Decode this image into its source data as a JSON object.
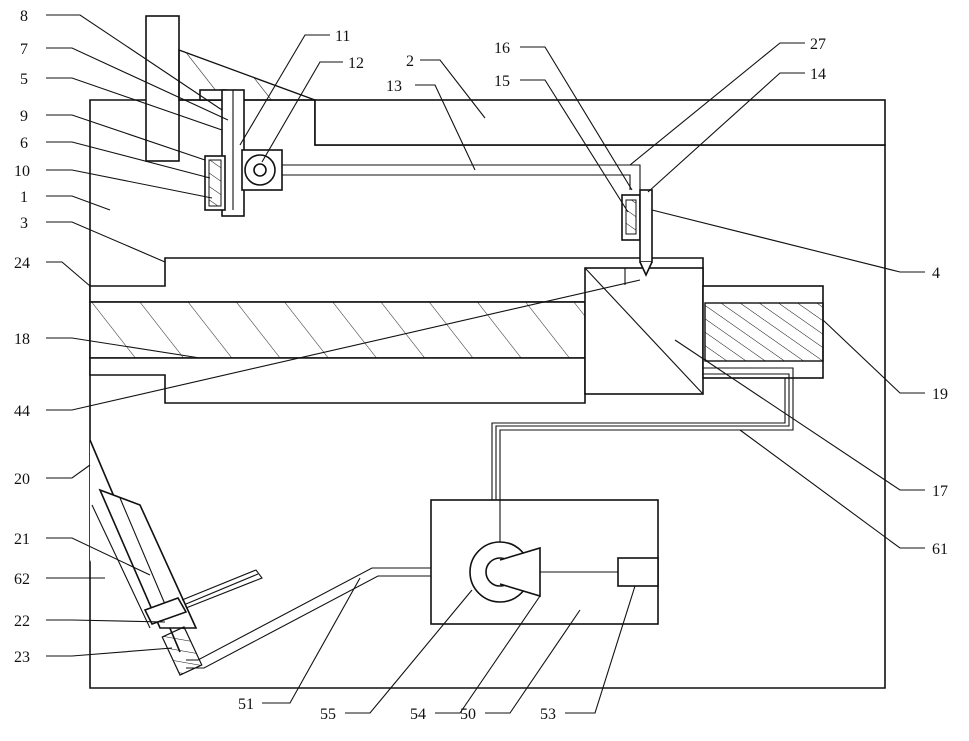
{
  "figure": {
    "labels": {
      "l8": "8",
      "l7": "7",
      "l5": "5",
      "l9": "9",
      "l6": "6",
      "l10": "10",
      "l1": "1",
      "l3": "3",
      "l24": "24",
      "l18": "18",
      "l44": "44",
      "l20": "20",
      "l21": "21",
      "l62": "62",
      "l22": "22",
      "l23": "23",
      "l11": "11",
      "l12": "12",
      "l2": "2",
      "l13": "13",
      "l16": "16",
      "l15": "15",
      "l27": "27",
      "l14": "14",
      "l4": "4",
      "l19": "19",
      "l17": "17",
      "l61": "61",
      "l51": "51",
      "l55": "55",
      "l54": "54",
      "l50": "50",
      "l53": "53"
    }
  }
}
